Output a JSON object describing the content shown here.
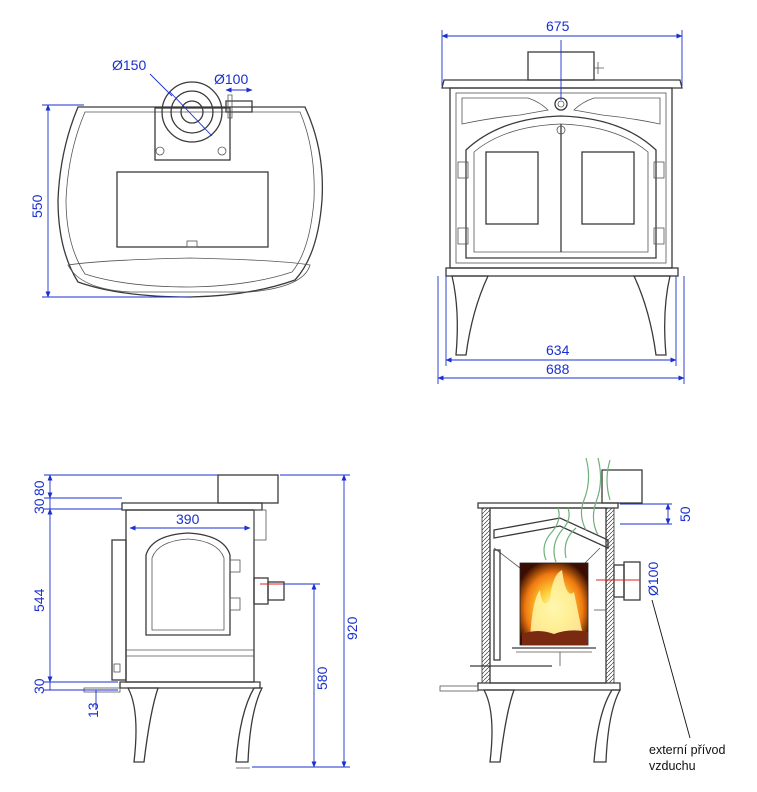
{
  "dimensions": {
    "flue_diameter": "Ø150",
    "air_inlet_diameter_top": "Ø100",
    "depth_top_view": "550",
    "top_width": "675",
    "leg_width": "634",
    "overall_width": "688",
    "side_top_80": "80",
    "side_top_30": "30",
    "inner_width": "390",
    "body_height": "544",
    "bottom_30": "30",
    "leg_13": "13",
    "inlet_height": "580",
    "overall_height": "920",
    "section_50": "50",
    "air_inlet_diameter_section": "Ø100"
  },
  "annotations": {
    "external_air_line1": "externí přívod",
    "external_air_line2": "vzduchu"
  }
}
